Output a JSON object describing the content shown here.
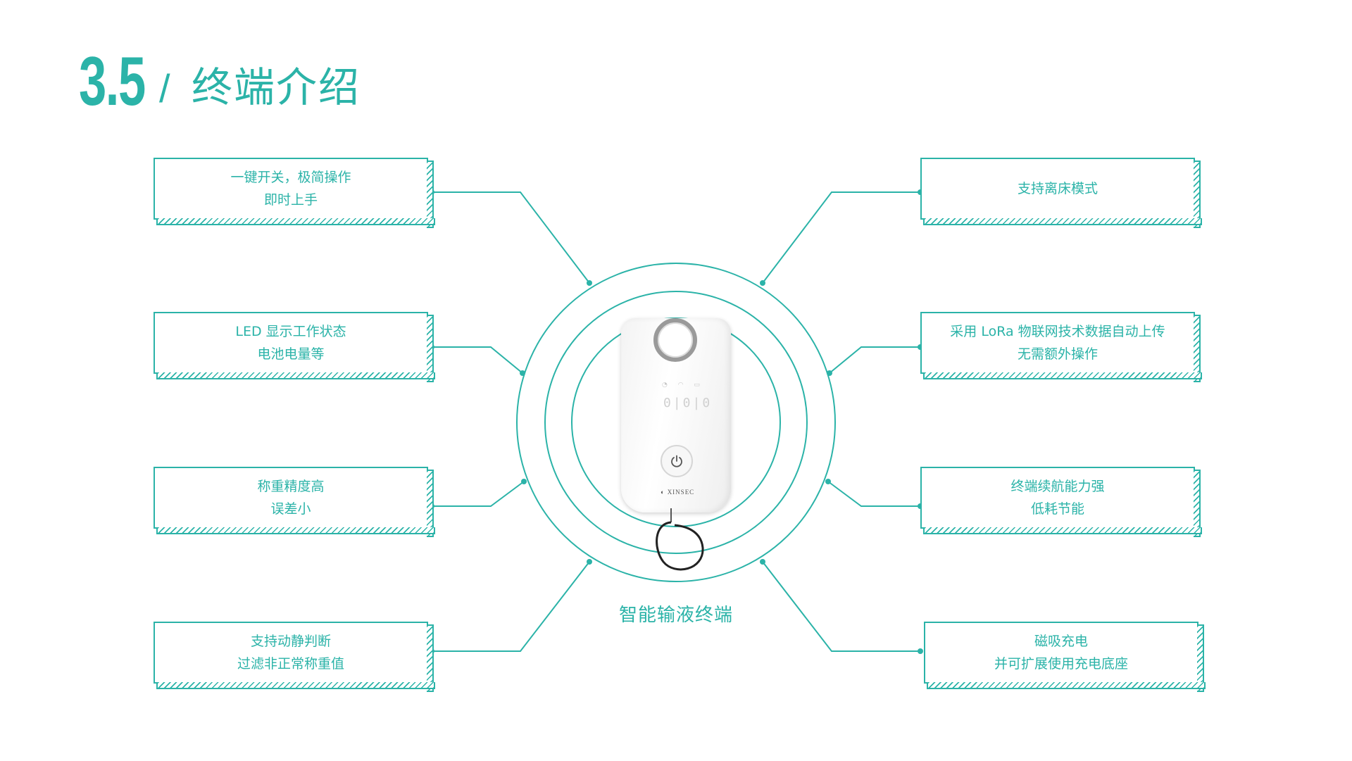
{
  "header": {
    "number": "3.5",
    "slash": "/",
    "title": "终端介绍"
  },
  "features_left": [
    {
      "line1": "一键开关，极简操作",
      "line2": "即时上手"
    },
    {
      "line1": "LED 显示工作状态",
      "line2": "电池电量等"
    },
    {
      "line1": "称重精度高",
      "line2": "误差小"
    },
    {
      "line1": "支持动静判断",
      "line2": "过滤非正常称重值"
    }
  ],
  "features_right": [
    {
      "line1": "支持离床模式",
      "line2": ""
    },
    {
      "line1": "采用 LoRa 物联网技术数据自动上传",
      "line2": "无需额外操作"
    },
    {
      "line1": "终端续航能力强",
      "line2": "低耗节能"
    },
    {
      "line1": "磁吸充电",
      "line2": "并可扩展使用充电底座"
    }
  ],
  "device": {
    "caption": "智能输液终端",
    "brand": "XINSEC",
    "status_icons": "◔ ◠ ▭",
    "display": "0|0|0"
  },
  "colors": {
    "accent": "#2bb3a8"
  },
  "icons": {
    "power": "power-icon",
    "brand_logo": "brand-logo-icon"
  }
}
